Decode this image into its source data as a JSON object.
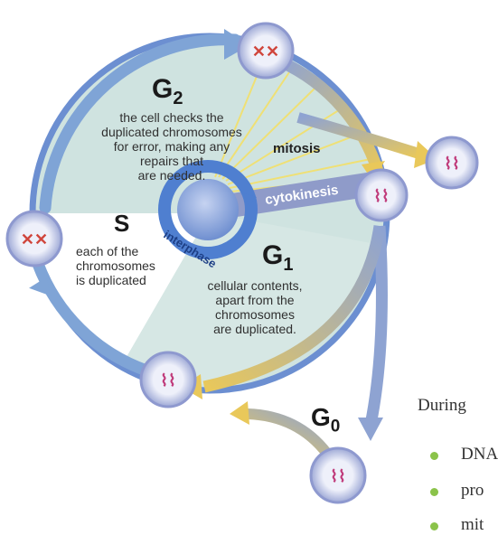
{
  "phases": {
    "g2": {
      "name": "G",
      "sub": "2",
      "desc": [
        "the cell checks the",
        "duplicated chromosomes",
        "for error, making any",
        "repairs that",
        "are needed."
      ]
    },
    "s": {
      "name": "S",
      "desc": [
        "each of the",
        "chromosomes",
        "is duplicated"
      ]
    },
    "g1": {
      "name": "G",
      "sub": "1",
      "desc": [
        "cellular contents,",
        "apart from the",
        "chromosomes",
        "are duplicated."
      ]
    },
    "g0": {
      "name": "G",
      "sub": "0"
    },
    "mitosis": "mitosis",
    "cytokinesis": "cytokinesis",
    "interphase": "interphase"
  },
  "side_text": {
    "heading": "During",
    "bullets": [
      "DNA",
      "pro",
      "mit"
    ]
  },
  "colors": {
    "cycle_fill": "#cfe3e0",
    "s_wedge": "#ffffff",
    "arrow_blue": "#7fa4d6",
    "arrow_gold": "#e6c45a",
    "cytokinesis_band": "#8f9bc9",
    "cell_ring": "#a9b4dd",
    "cell_inner": "#e4e6f4",
    "bullet": "#8bc34a"
  },
  "icons": [
    "cell-icon",
    "chromosome-icon",
    "arrow-icon"
  ]
}
